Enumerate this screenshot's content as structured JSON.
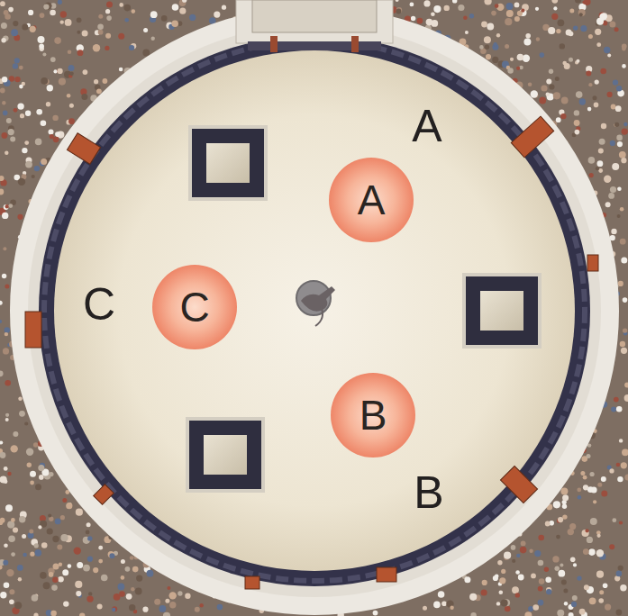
{
  "diagram": {
    "nodes": [
      {
        "text": [
          "A"
        ]
      },
      {
        "text": [
          "C"
        ]
      },
      {
        "text": [
          "B"
        ]
      }
    ],
    "labels": [
      "A",
      "C",
      "B"
    ]
  }
}
